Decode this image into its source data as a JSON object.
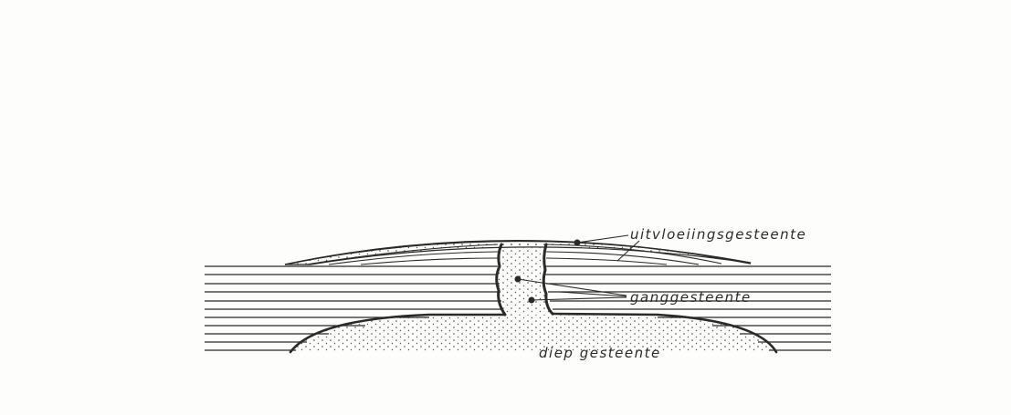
{
  "labels": {
    "extrusive": "uitvloeiingsgesteente",
    "dike": "ganggesteente",
    "plutonic": "diep gesteente"
  },
  "colors": {
    "ink": "#2a2a2a",
    "paper": "#fdfdfc"
  }
}
